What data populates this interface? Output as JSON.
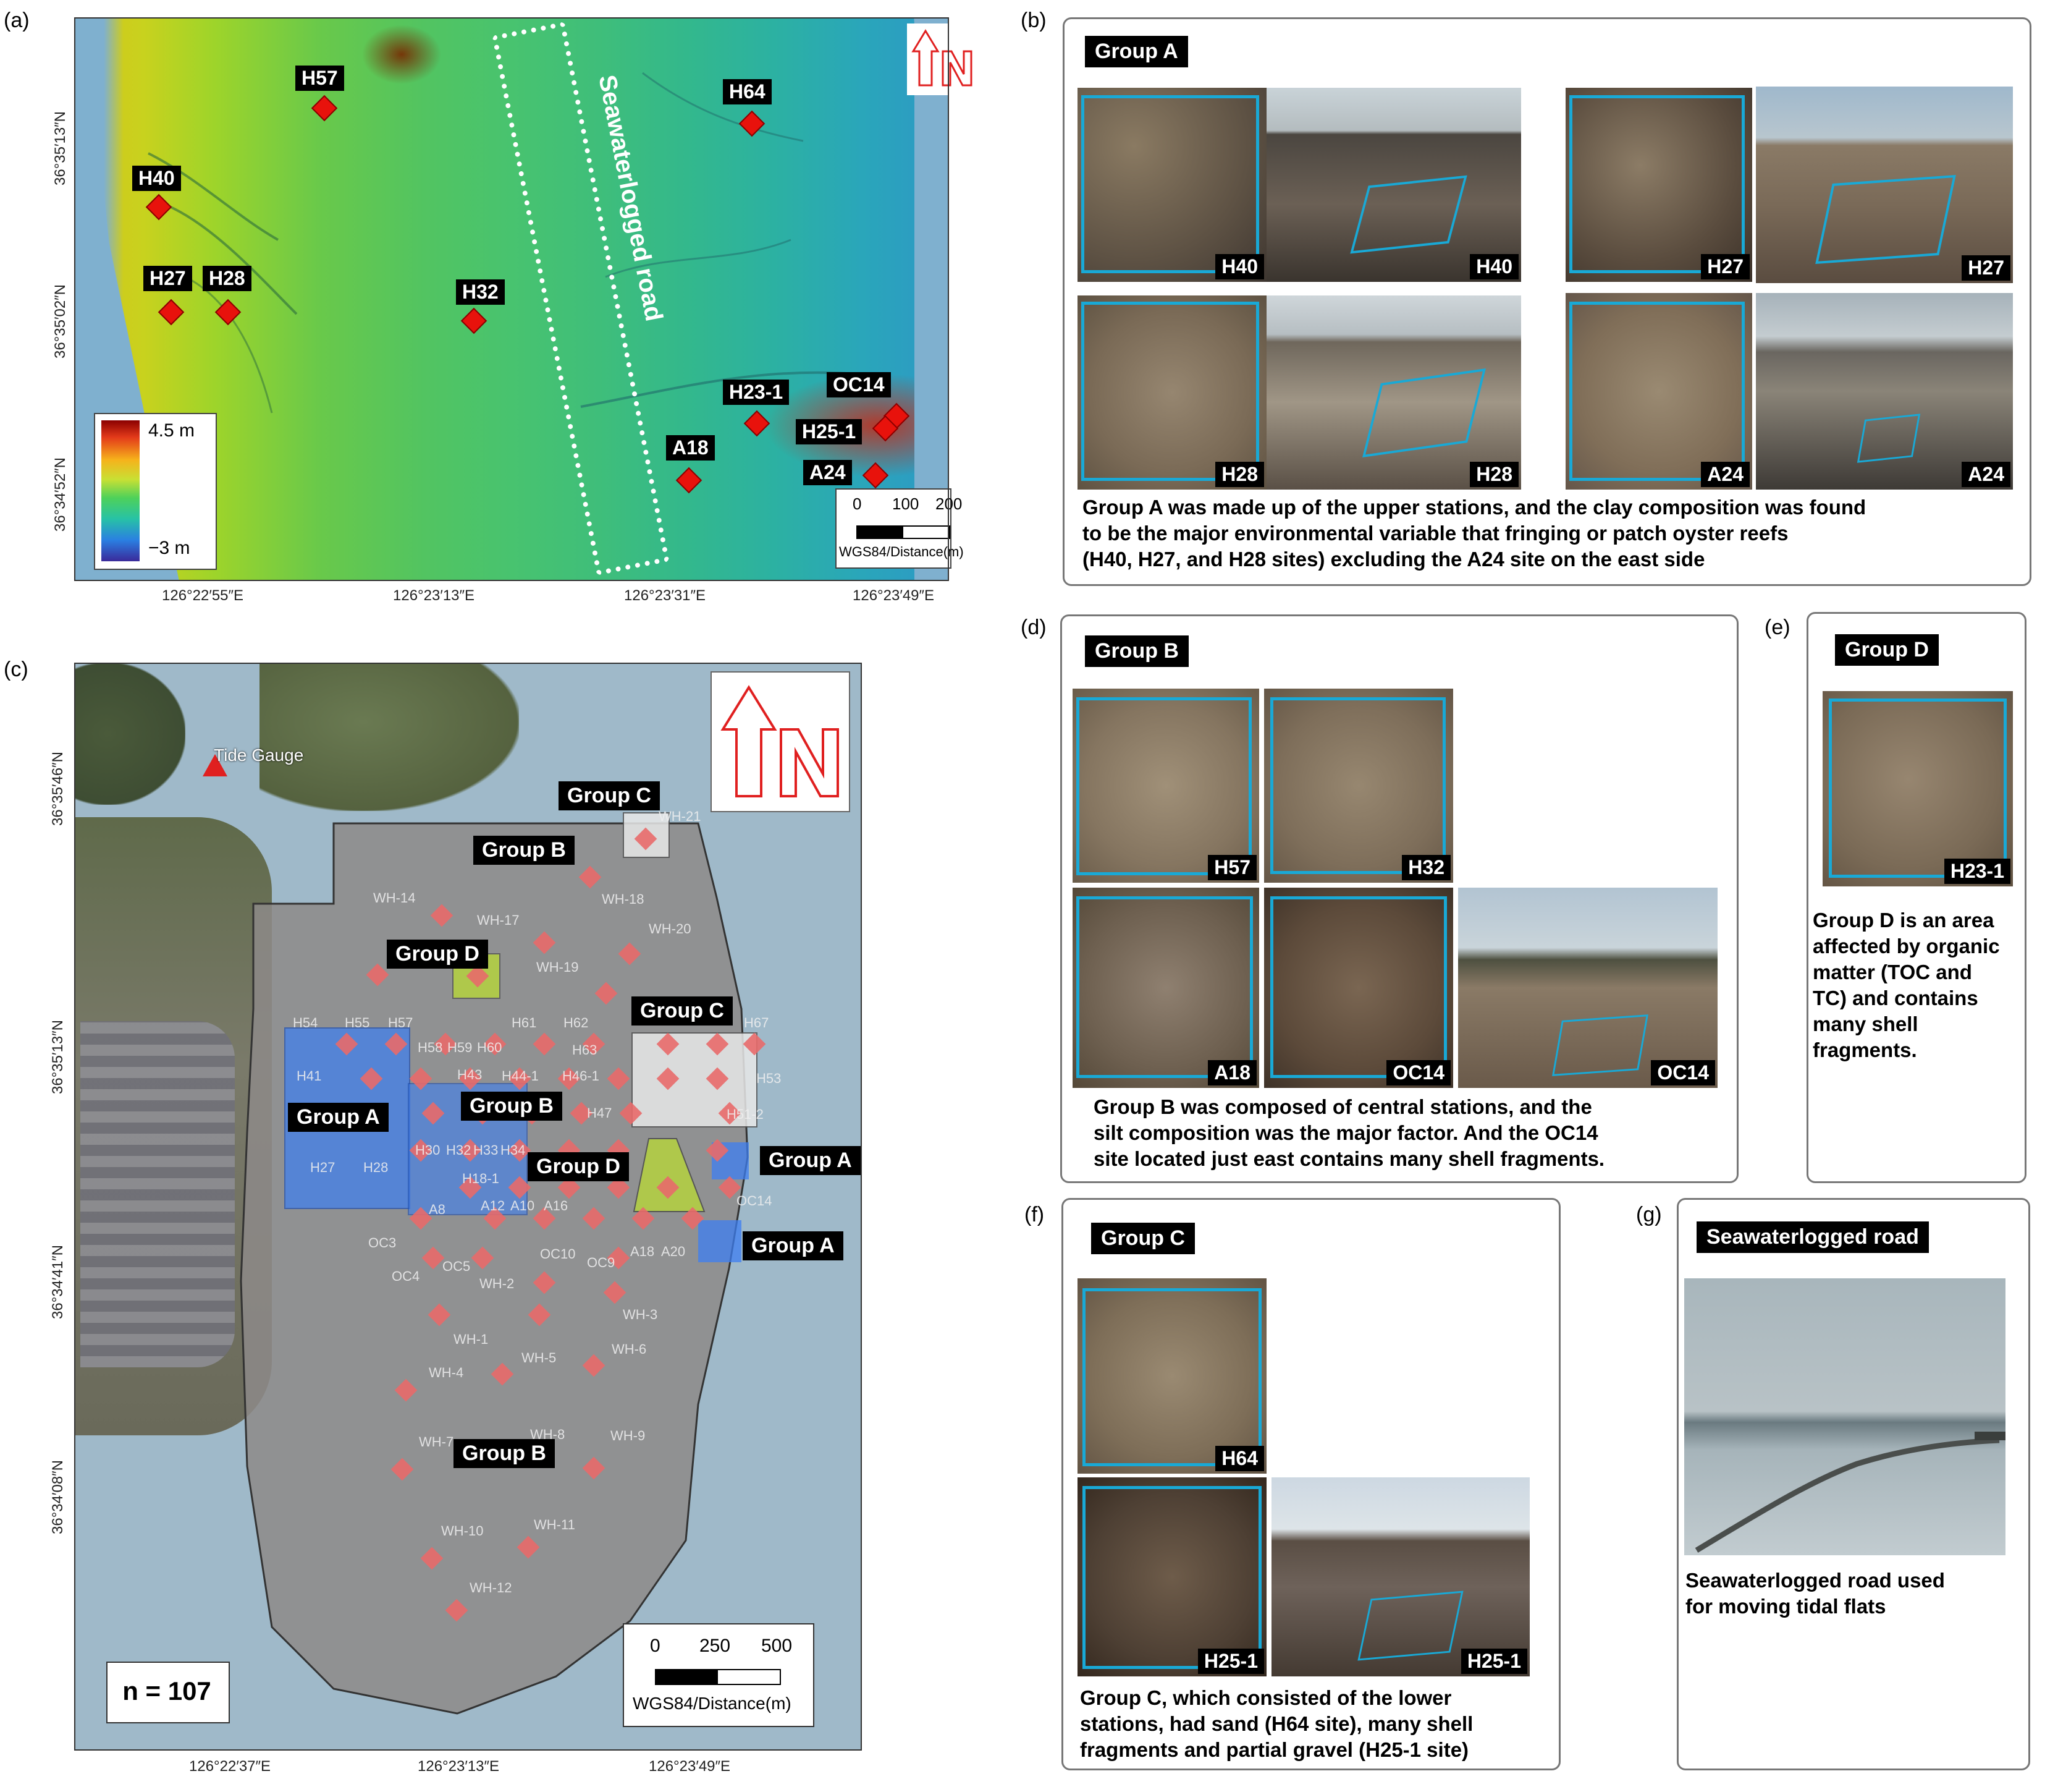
{
  "panels": {
    "a": "(a)",
    "b": "(b)",
    "c": "(c)",
    "d": "(d)",
    "e": "(e)",
    "f": "(f)",
    "g": "(g)"
  },
  "map_a": {
    "road_label": "Seawaterlogged road",
    "north": "N",
    "legend_max": "4.5 m",
    "legend_min": "−3 m",
    "scale_ticks": [
      "0",
      "100",
      "200"
    ],
    "scale_unit": "WGS84/Distance(m)",
    "lon_ticks": [
      "126°22′55″E",
      "126°23′13″E",
      "126°23′31″E",
      "126°23′49″E"
    ],
    "lat_ticks": [
      "36°35′13″N",
      "36°35′02″N",
      "36°34′52″N"
    ],
    "sites": [
      "H57",
      "H64",
      "H40",
      "H27",
      "H28",
      "H32",
      "H23-1",
      "OC14",
      "H25-1",
      "A18",
      "A24"
    ]
  },
  "map_c": {
    "tide_gauge": "Tide Gauge",
    "north": "N",
    "count": "n = 107",
    "scale_ticks": [
      "0",
      "250",
      "500"
    ],
    "scale_unit": "WGS84/Distance(m)",
    "lon_ticks": [
      "126°22′37″E",
      "126°23′13″E",
      "126°23′49″E"
    ],
    "lat_ticks": [
      "36°35′46″N",
      "36°35′13″N",
      "36°34′41″N",
      "36°34′08″N"
    ],
    "groups": {
      "c_top": "Group C",
      "b_top": "Group B",
      "d_top": "Group D",
      "c_mid": "Group C",
      "a_left": "Group A",
      "b_mid": "Group B",
      "d_mid": "Group D",
      "a_right1": "Group A",
      "a_right2": "Group A",
      "b_bottom": "Group B"
    },
    "stations": [
      "WH-21",
      "WH-14",
      "WH-17",
      "WH-18",
      "WH-20",
      "WH-19",
      "H54",
      "H55",
      "H57",
      "H58",
      "H59",
      "H60",
      "H61",
      "H62",
      "H63",
      "H67",
      "H41",
      "H43",
      "H44-1",
      "H46-1",
      "H53",
      "H47",
      "H51-2",
      "H27",
      "H28",
      "H30",
      "H32",
      "H33",
      "H34",
      "H18-1",
      "A12",
      "A10",
      "A16",
      "OC14",
      "A8",
      "OC3",
      "OC4",
      "OC5",
      "OC10",
      "OC9",
      "A18",
      "A20",
      "WH-2",
      "WH-3",
      "WH-1",
      "WH-5",
      "WH-6",
      "WH-4",
      "WH-8",
      "WH-9",
      "WH-7",
      "WH-10",
      "WH-11",
      "WH-12"
    ]
  },
  "panel_b": {
    "tag": "Group A",
    "photos": [
      "H40",
      "H40",
      "H27",
      "H27",
      "H28",
      "H28",
      "A24",
      "A24"
    ],
    "caption": [
      "Group A was made up of the upper stations, and the clay composition was found",
      "to be the major environmental variable that fringing or patch oyster reefs",
      "(H40, H27, and H28 sites)  excluding the A24 site on the east side"
    ]
  },
  "panel_d": {
    "tag": "Group B",
    "photos": [
      "H57",
      "H32",
      "A18",
      "OC14",
      "OC14"
    ],
    "caption": [
      "Group B was composed of central stations, and the",
      "silt composition was the major factor. And the OC14",
      "site located just east contains many shell fragments."
    ]
  },
  "panel_e": {
    "tag": "Group D",
    "photos": [
      "H23-1"
    ],
    "caption": [
      "Group D is an area",
      "affected by organic",
      "matter (TOC and",
      "TC) and contains",
      "many shell",
      "fragments."
    ]
  },
  "panel_f": {
    "tag": "Group C",
    "photos": [
      "H64",
      "H25-1",
      "H25-1"
    ],
    "caption": [
      "Group C, which consisted of the lower",
      "stations, had sand (H64 site), many shell",
      "fragments and partial gravel (H25-1 site)"
    ]
  },
  "panel_g": {
    "tag": "Seawaterlogged road",
    "caption": [
      "Seawaterlogged road used",
      "for moving tidal flats"
    ]
  },
  "colors": {
    "site_marker": "#e8120c",
    "quadrat": "#19a9d6",
    "group_a": "#3d7ff2",
    "group_c": "#e8e8e8",
    "group_d": "#b7d63a",
    "north_arrow": "#e02020"
  }
}
